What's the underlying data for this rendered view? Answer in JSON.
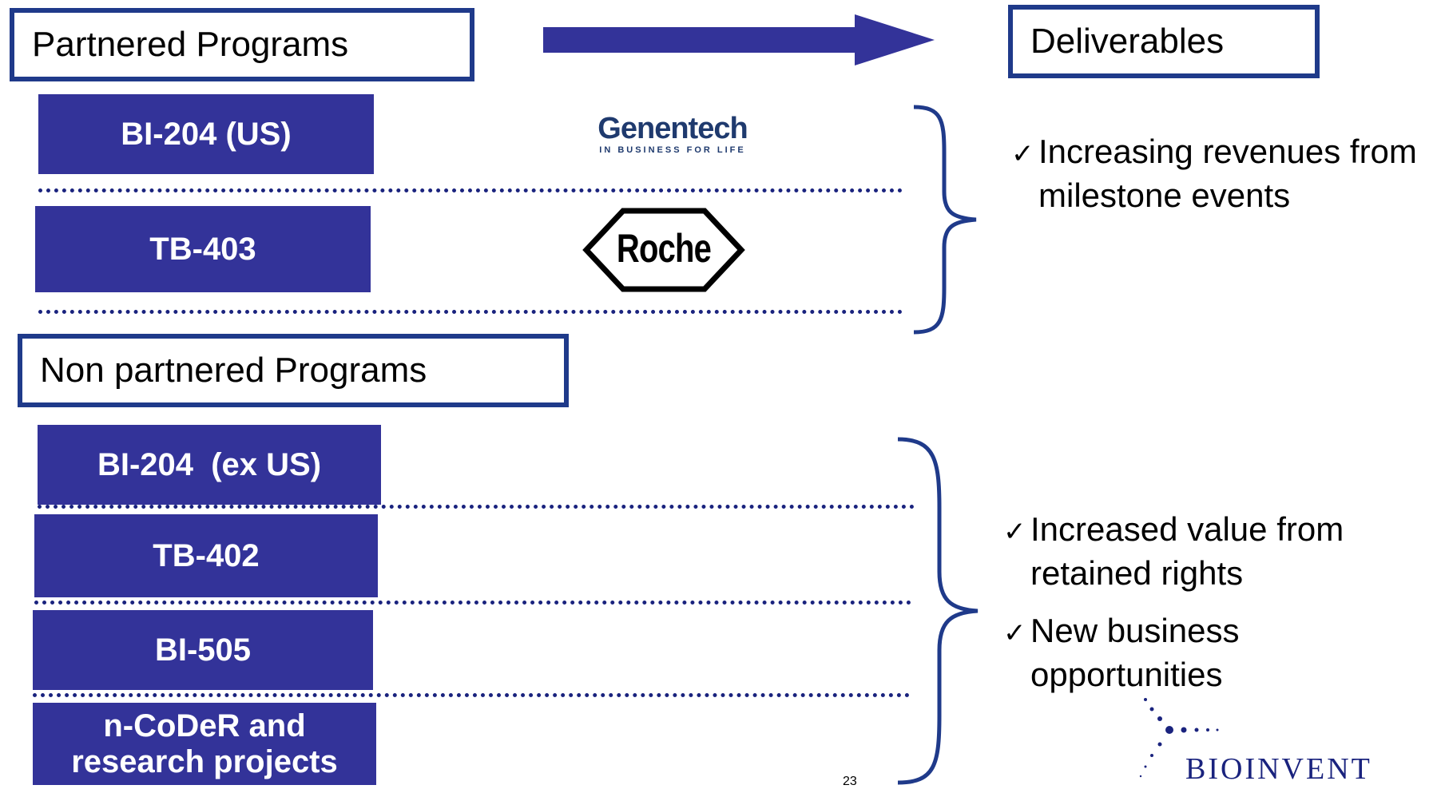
{
  "partnered": {
    "title": "Partnered Programs",
    "programs": [
      {
        "label": "BI-204 (US)",
        "partner": "Genentech",
        "partner_tagline": "IN BUSINESS FOR LIFE"
      },
      {
        "label": "TB-403",
        "partner": "Roche"
      }
    ]
  },
  "non_partnered": {
    "title": "Non partnered Programs",
    "programs": [
      {
        "label": "BI-204  (ex US)"
      },
      {
        "label": "TB-402"
      },
      {
        "label": "BI-505"
      },
      {
        "label_line1": "n-CoDeR and",
        "label_line2": "research projects"
      }
    ]
  },
  "deliverables": {
    "title": "Deliverables",
    "partnered_items": [
      {
        "check": "✓",
        "line1": "Increasing revenues from",
        "line2": "milestone events"
      }
    ],
    "non_partnered_items": [
      {
        "check": "✓",
        "line1": "Increased value from",
        "line2": "retained rights"
      },
      {
        "check": "✓",
        "line1": "New business",
        "line2": "opportunities"
      }
    ]
  },
  "logo": {
    "text_part1": "BIO",
    "text_part2": "INVENT"
  },
  "page_number": "23",
  "colors": {
    "accent": "#333399",
    "border": "#1f3a8a",
    "arrow": "#333399"
  }
}
